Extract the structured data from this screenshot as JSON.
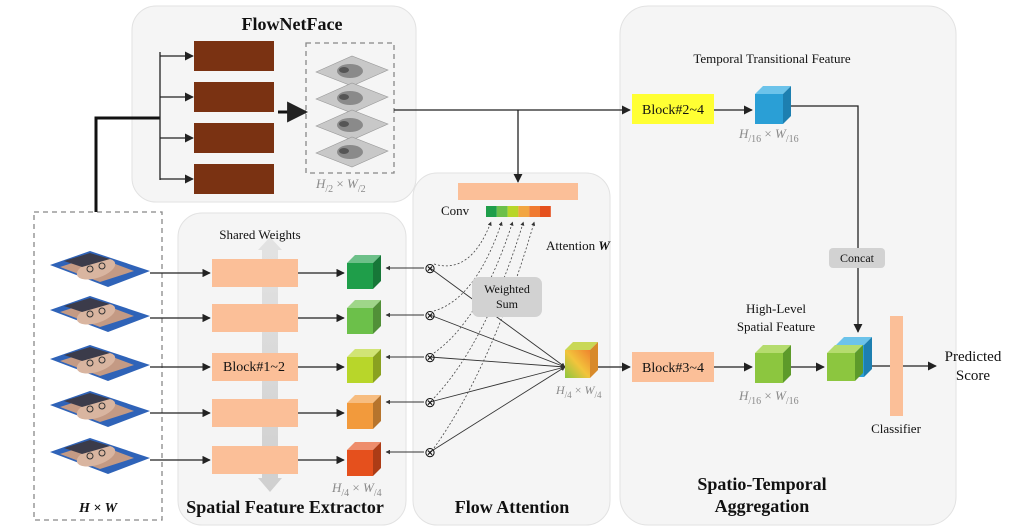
{
  "panels": {
    "flownetface": "FlowNetFace",
    "spatial_extractor": "Spatial Feature Extractor",
    "flow_attention": "Flow Attention",
    "aggregation_line1": "Spatio-Temporal",
    "aggregation_line2": "Aggregation"
  },
  "labels": {
    "shared_weights": "Shared Weights",
    "block12": "Block#1~2",
    "conv": "Conv",
    "attention": "Attention",
    "attention_symbol": "W",
    "weighted_line1": "Weighted",
    "weighted_line2": "Sum",
    "temporal_feature": "Temporal Transitional Feature",
    "block24": "Block#2~4",
    "block34": "Block#3~4",
    "concat": "Concat",
    "high_level_line1": "High-Level",
    "high_level_line2": "Spatial Feature",
    "classifier": "Classifier",
    "predicted_line1": "Predicted",
    "predicted_line2": "Score",
    "input_size": "H × W",
    "otimes": "⊗"
  },
  "dims": {
    "flow": {
      "h": "H",
      "hd": "2",
      "w": "W",
      "wd": "2"
    },
    "spatial": {
      "h": "H",
      "hd": "4",
      "w": "W",
      "wd": "4"
    },
    "attention": {
      "h": "H",
      "hd": "4",
      "w": "W",
      "wd": "4"
    },
    "temporal": {
      "h": "H",
      "hd": "16",
      "w": "W",
      "wd": "16"
    },
    "high_level": {
      "h": "H",
      "hd": "16",
      "w": "W",
      "wd": "16"
    }
  },
  "colors": {
    "block_fill": "#fbbf98",
    "block24_fill": "#ffff33",
    "flownet_layer": "#7a3212",
    "temporal_cube": "#2a9fd6",
    "high_level_cube": "#8cc63f",
    "cube_colors": [
      "#1f9e4a",
      "#6cc04a",
      "#b8d62a",
      "#f29a3c",
      "#e5501d"
    ],
    "attention_strip": [
      "#1f9e4a",
      "#6cc04a",
      "#b8d62a",
      "#f2a541",
      "#f07a30",
      "#e5501d"
    ]
  }
}
